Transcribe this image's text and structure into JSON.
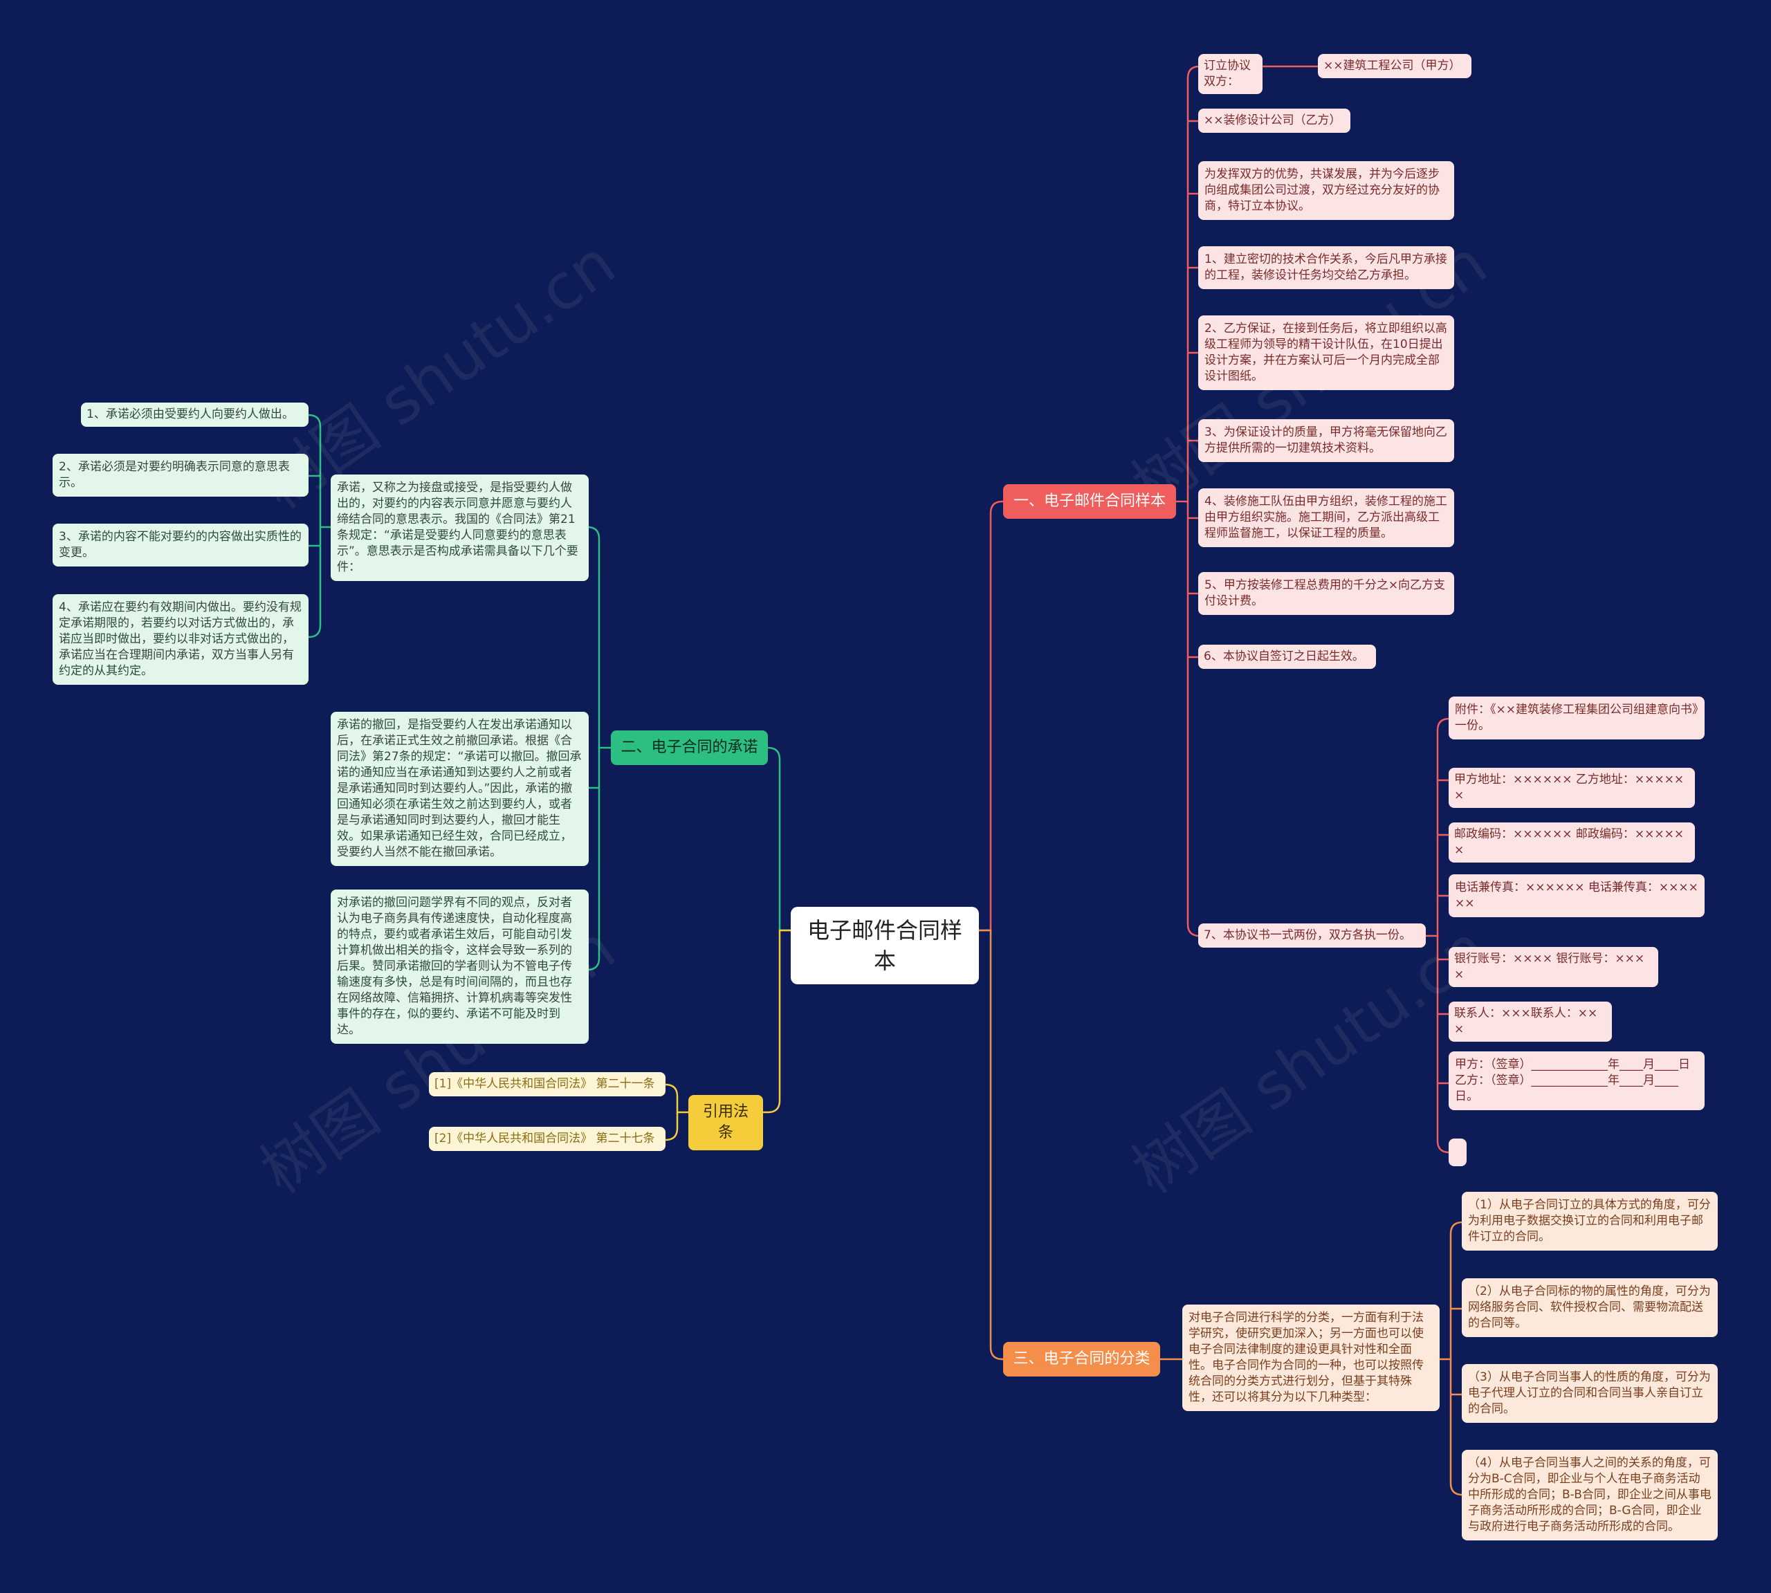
{
  "root": "电子邮件合同样本",
  "branches": {
    "b1": "一、电子邮件合同样本",
    "b2": "二、电子合同的承诺",
    "b3": "三、电子合同的分类",
    "b4": "引用法条"
  },
  "b1_items": {
    "parties_label": "订立协议双方：",
    "party_a": "××建筑工程公司（甲方）",
    "party_b": "××装修设计公司（乙方）",
    "preamble": "为发挥双方的优势，共谋发展，并为今后逐步向组成集团公司过渡，双方经过充分友好的协商，特订立本协议。",
    "item1": "1、建立密切的技术合作关系，今后凡甲方承接的工程，装修设计任务均交给乙方承担。",
    "item2": "2、乙方保证，在接到任务后，将立即组织以高级工程师为领导的精干设计队伍，在10日提出设计方案，并在方案认可后一个月内完成全部设计图纸。",
    "item3": "3、为保证设计的质量，甲方将毫无保留地向乙方提供所需的一切建筑技术资料。",
    "item4": "4、装修施工队伍由甲方组织，装修工程的施工由甲方组织实施。施工期间，乙方派出高级工程师监督施工，以保证工程的质量。",
    "item5": "5、甲方按装修工程总费用的千分之×向乙方支付设计费。",
    "item6": "6、本协议自签订之日起生效。",
    "item7": "7、本协议书一式两份，双方各执一份。",
    "sub7": {
      "attachment": "附件：《××建筑装修工程集团公司组建意向书》一份。",
      "address": "甲方地址：×××××× 乙方地址：××××××",
      "postcode": "邮政编码：×××××× 邮政编码：××××××",
      "phone": "电话兼传真：×××××× 电话兼传真：××××××",
      "bank": "银行账号：×××× 银行账号：××××",
      "contact": "联系人：×××联系人：×××",
      "signature": "甲方：（签章）_____________年____月____日乙方：（签章）_____________年____月____日。",
      "empty": ""
    }
  },
  "b2_items": {
    "p1": "承诺，又称之为接盘或接受，是指受要约人做出的，对要约的内容表示同意并愿意与要约人缔结合同的意思表示。我国的《合同法》第21条规定：“承诺是受要约人同意要约的意思表示”。意思表示是否构成承诺需具备以下几个要件：",
    "p1_subs": [
      "1、承诺必须由受要约人向要约人做出。",
      "2、承诺必须是对要约明确表示同意的意思表示。",
      "3、承诺的内容不能对要约的内容做出实质性的变更。",
      "4、承诺应在要约有效期间内做出。要约没有规定承诺期限的，若要约以对话方式做出的，承诺应当即时做出，要约以非对话方式做出的，承诺应当在合理期间内承诺，双方当事人另有约定的从其约定。"
    ],
    "p2": "承诺的撤回，是指受要约人在发出承诺通知以后，在承诺正式生效之前撤回承诺。根据《合同法》第27条的规定：“承诺可以撤回。撤回承诺的通知应当在承诺通知到达要约人之前或者是承诺通知同时到达要约人。”因此，承诺的撤回通知必须在承诺生效之前达到要约人，或者是与承诺通知同时到达要约人，撤回才能生效。如果承诺通知已经生效，合同已经成立，受要约人当然不能在撤回承诺。",
    "p3": "对承诺的撤回问题学界有不同的观点，反对者认为电子商务具有传递速度快，自动化程度高的特点，要约或者承诺生效后，可能自动引发计算机做出相关的指令，这样会导致一系列的后果。赞同承诺撤回的学者则认为不管电子传输速度有多快，总是有时间间隔的，而且也存在网络故障、信箱拥挤、计算机病毒等突发性事件的存在，似的要约、承诺不可能及时到达。"
  },
  "b3_items": {
    "intro": "对电子合同进行科学的分类，一方面有利于法学研究，使研究更加深入；另一方面也可以使电子合同法律制度的建设更具针对性和全面性。电子合同作为合同的一种，也可以按照传统合同的分类方式进行划分，但基于其特殊性，还可以将其分为以下几种类型：",
    "subs": [
      "（1）从电子合同订立的具体方式的角度，可分为利用电子数据交换订立的合同和利用电子邮件订立的合同。",
      "（2）从电子合同标的物的属性的角度，可分为网络服务合同、软件授权合同、需要物流配送的合同等。",
      "（3）从电子合同当事人的性质的角度，可分为电子代理人订立的合同和合同当事人亲自订立的合同。",
      "（4）从电子合同当事人之间的关系的角度，可分为B-C合同，即企业与个人在电子商务活动中所形成的合同；B-B合同，即企业之间从事电子商务活动所形成的合同；B-G合同，即企业与政府进行电子商务活动所形成的合同。"
    ]
  },
  "b4_items": [
    "[1]《中华人民共和国合同法》 第二十一条",
    "[2]《中华人民共和国合同法》 第二十七条"
  ],
  "watermark": "树图 shutu.cn",
  "colors": {
    "background": "#0d1b56",
    "red": "#ef5d5d",
    "green": "#2bbf82",
    "yellow": "#f5cc3a",
    "orange": "#f58d4b"
  }
}
